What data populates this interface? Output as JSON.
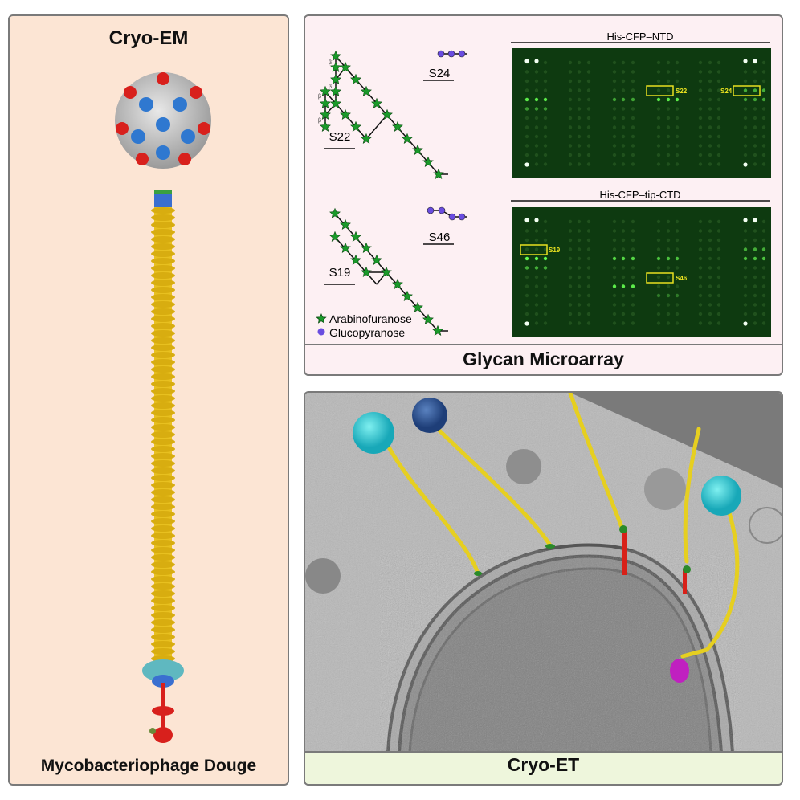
{
  "cryo_em": {
    "title": "Cryo-EM",
    "subtitle": "Mycobacteriophage Douge"
  },
  "glycan": {
    "title": "Glycan Microarray",
    "structures": {
      "s22": "S22",
      "s24": "S24",
      "s19": "S19",
      "s46": "S46"
    },
    "legend": {
      "arabinofuranose": "Arabinofuranose",
      "glucopyranose": "Glucopyranose"
    },
    "beta_label": "β",
    "arrays": [
      {
        "title": "His-CFP–NTD",
        "highlights": [
          "S22",
          "S24"
        ]
      },
      {
        "title": "His-CFP–tip-CTD",
        "highlights": [
          "S19",
          "S46"
        ]
      }
    ],
    "colors": {
      "star": "#1a9a2a",
      "glucose": "#6a4de0",
      "array_bg": "#0e3a10",
      "highlight": "#e8e020"
    }
  },
  "cryo_et": {
    "title": "Cryo-ET"
  }
}
